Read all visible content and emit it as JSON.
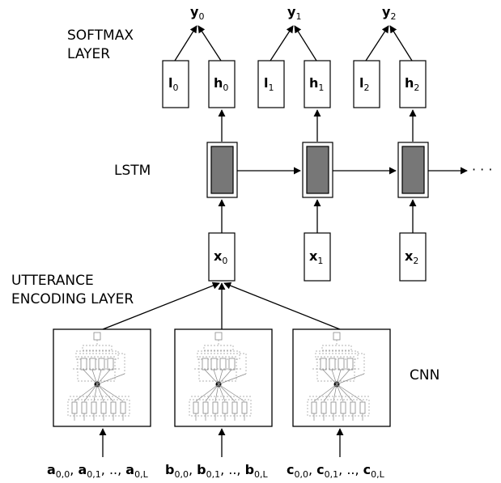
{
  "labels": {
    "softmax_line1": "SOFTMAX",
    "softmax_line2": "LAYER",
    "lstm": "LSTM",
    "utterance_line1": "UTTERANCE",
    "utterance_line2": "ENCODING LAYER",
    "cnn": "CNN",
    "ellipsis": "· · ·"
  },
  "outputs": [
    {
      "base": "y",
      "sub": "0"
    },
    {
      "base": "y",
      "sub": "1"
    },
    {
      "base": "y",
      "sub": "2"
    }
  ],
  "softmax_nodes": [
    [
      {
        "base": "l",
        "sub": "0"
      },
      {
        "base": "h",
        "sub": "0"
      }
    ],
    [
      {
        "base": "l",
        "sub": "1"
      },
      {
        "base": "h",
        "sub": "1"
      }
    ],
    [
      {
        "base": "l",
        "sub": "2"
      },
      {
        "base": "h",
        "sub": "2"
      }
    ]
  ],
  "inputs": [
    {
      "base": "x",
      "sub": "0"
    },
    {
      "base": "x",
      "sub": "1"
    },
    {
      "base": "x",
      "sub": "2"
    }
  ],
  "word_sequences": [
    {
      "letter": "a",
      "subs": [
        "0,0",
        "0,1",
        "0,L"
      ]
    },
    {
      "letter": "b",
      "subs": [
        "0,0",
        "0,1",
        "0,L"
      ]
    },
    {
      "letter": "c",
      "subs": [
        "0,0",
        "0,1",
        "0,L"
      ]
    }
  ]
}
